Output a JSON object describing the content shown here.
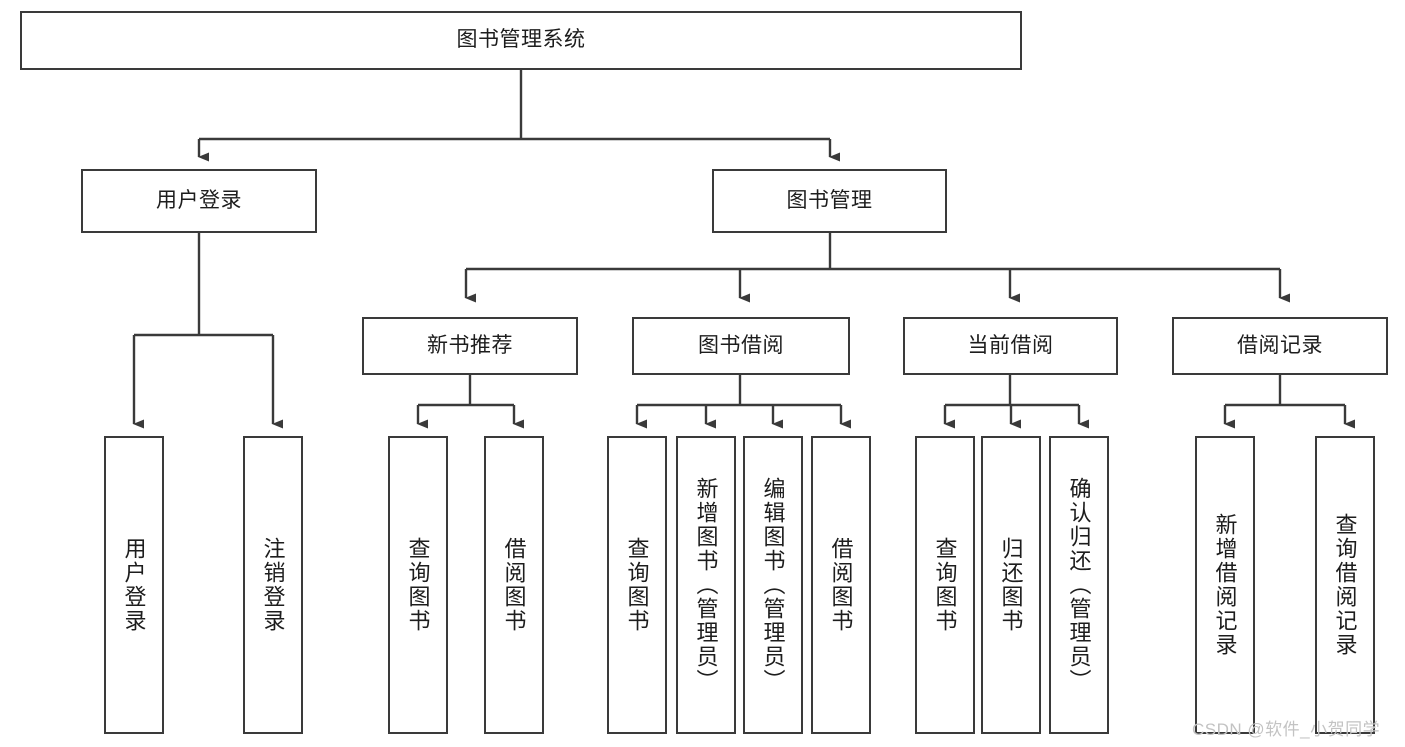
{
  "diagram": {
    "title": "图书管理系统",
    "type": "function-structure-tree",
    "watermark": "CSDN @软件_小贺同学",
    "colors": {
      "box_border": "#3a3a3a",
      "box_fill": "#ffffff",
      "connector": "#3a3a3a",
      "text": "#1d1d1d",
      "watermark": "#c3c3c3"
    },
    "levels": {
      "root": {
        "label": "图书管理系统"
      },
      "level2": [
        {
          "id": "user-login",
          "label": "用户登录"
        },
        {
          "id": "book-manage",
          "label": "图书管理"
        }
      ],
      "level3": [
        {
          "id": "new-book-recommend",
          "label": "新书推荐",
          "parent": "book-manage"
        },
        {
          "id": "book-borrow",
          "label": "图书借阅",
          "parent": "book-manage"
        },
        {
          "id": "current-borrow",
          "label": "当前借阅",
          "parent": "book-manage"
        },
        {
          "id": "borrow-record",
          "label": "借阅记录",
          "parent": "book-manage"
        }
      ],
      "leaves": [
        {
          "id": "leaf-user-login",
          "label": "用户登录",
          "parent": "user-login"
        },
        {
          "id": "leaf-user-logout",
          "label": "注销登录",
          "parent": "user-login"
        },
        {
          "id": "leaf-query-book-1",
          "label": "查询图书",
          "parent": "new-book-recommend"
        },
        {
          "id": "leaf-borrow-book-1",
          "label": "借阅图书",
          "parent": "new-book-recommend"
        },
        {
          "id": "leaf-query-book-2",
          "label": "查询图书",
          "parent": "book-borrow"
        },
        {
          "id": "leaf-add-book",
          "label": "新增图书（管理员）",
          "parent": "book-borrow"
        },
        {
          "id": "leaf-edit-book",
          "label": "编辑图书（管理员）",
          "parent": "book-borrow"
        },
        {
          "id": "leaf-borrow-book-2",
          "label": "借阅图书",
          "parent": "book-borrow"
        },
        {
          "id": "leaf-query-book-3",
          "label": "查询图书",
          "parent": "current-borrow"
        },
        {
          "id": "leaf-return-book",
          "label": "归还图书",
          "parent": "current-borrow"
        },
        {
          "id": "leaf-confirm-return",
          "label": "确认归还（管理员）",
          "parent": "current-borrow"
        },
        {
          "id": "leaf-add-record",
          "label": "新增借阅记录",
          "parent": "borrow-record"
        },
        {
          "id": "leaf-query-record",
          "label": "查询借阅记录",
          "parent": "borrow-record"
        }
      ]
    }
  }
}
